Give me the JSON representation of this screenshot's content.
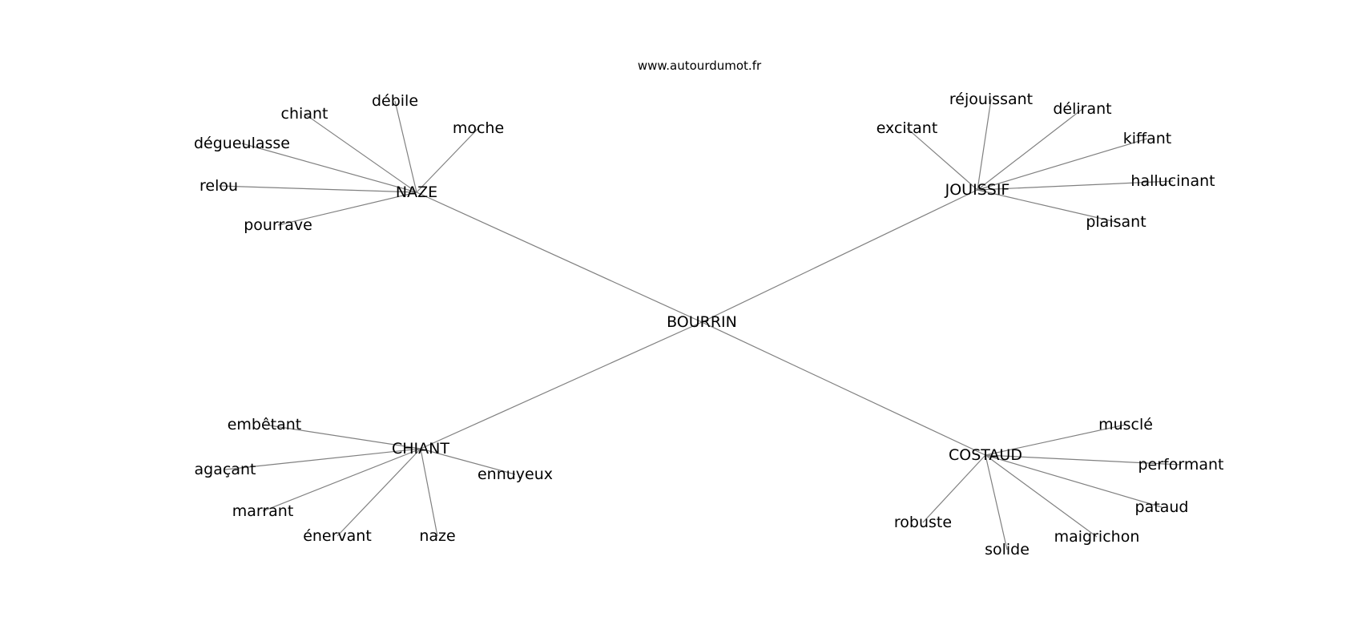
{
  "credit": "www.autourdumot.fr",
  "graph": {
    "root": "BOURRIN",
    "clusters": [
      {
        "hub": "NAZE",
        "leaves": [
          "débile",
          "chiant",
          "moche",
          "dégueulasse",
          "relou",
          "pourrave"
        ]
      },
      {
        "hub": "JOUISSIF",
        "leaves": [
          "réjouissant",
          "délirant",
          "excitant",
          "kiffant",
          "hallucinant",
          "plaisant"
        ]
      },
      {
        "hub": "CHIANT",
        "leaves": [
          "embêtant",
          "agaçant",
          "ennuyeux",
          "marrant",
          "énervant",
          "naze"
        ]
      },
      {
        "hub": "COSTAUD",
        "leaves": [
          "musclé",
          "performant",
          "pataud",
          "robuste",
          "solide",
          "maigrichon"
        ]
      }
    ]
  }
}
